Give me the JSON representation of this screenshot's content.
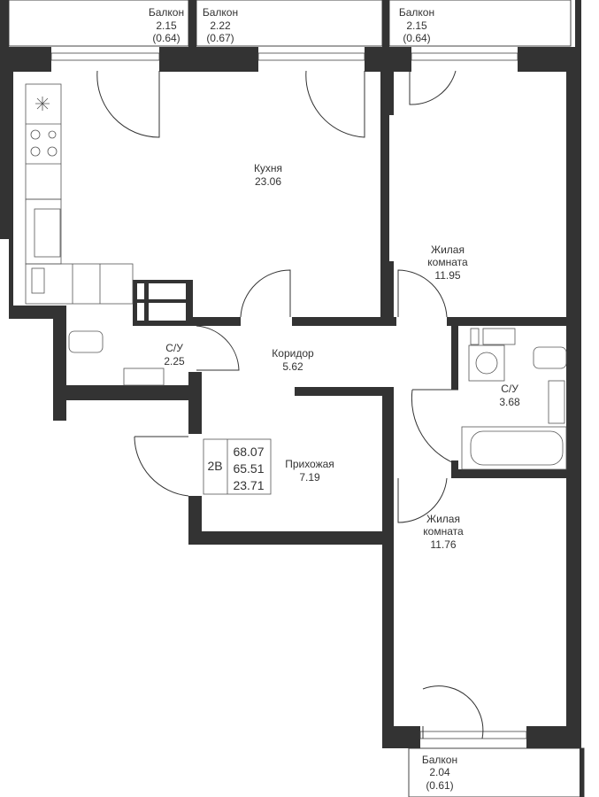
{
  "balconies": [
    {
      "label": "Балкон",
      "area": "2.15",
      "reduced": "(0.64)"
    },
    {
      "label": "Балкон",
      "area": "2.22",
      "reduced": "(0.67)"
    },
    {
      "label": "Балкон",
      "area": "2.15",
      "reduced": "(0.64)"
    },
    {
      "label": "Балкон",
      "area": "2.04",
      "reduced": "(0.61)"
    }
  ],
  "rooms": {
    "kitchen": {
      "label": "Кухня",
      "area": "23.06"
    },
    "living1": {
      "label1": "Жилая",
      "label2": "комната",
      "area": "11.95"
    },
    "bath1": {
      "label": "С/У",
      "area": "2.25"
    },
    "corridor": {
      "label": "Коридор",
      "area": "5.62"
    },
    "bath2": {
      "label": "С/У",
      "area": "3.68"
    },
    "hallway": {
      "label": "Прихожая",
      "area": "7.19"
    },
    "living2": {
      "label1": "Жилая",
      "label2": "комната",
      "area": "11.76"
    }
  },
  "summary": {
    "type": "2В",
    "total": "68.07",
    "without_balcony": "65.51",
    "living": "23.71"
  }
}
